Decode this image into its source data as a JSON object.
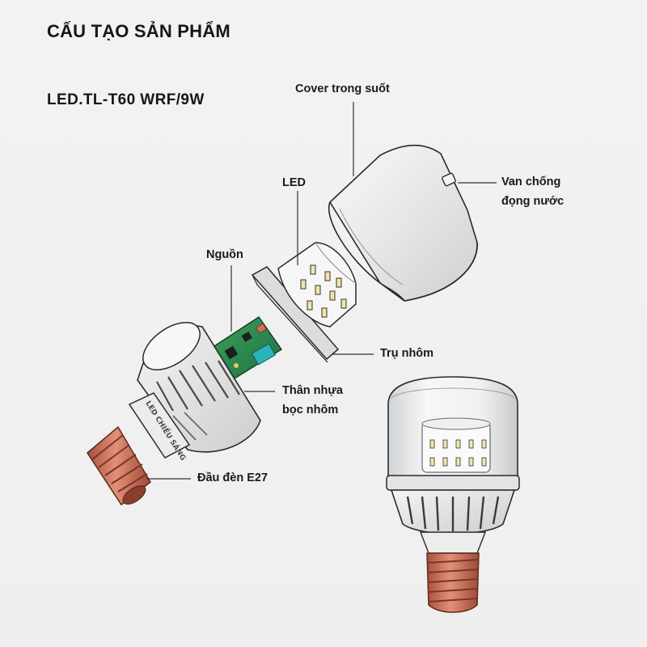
{
  "title": "CẤU TẠO SẢN PHẨM",
  "model": "LED.TL-T60 WRF/9W",
  "labels": {
    "cover": "Cover trong suốt",
    "led": "LED",
    "valve_line1": "Van chống",
    "valve_line2": "đọng nước",
    "driver": "Nguồn",
    "heatsink": "Trụ nhôm",
    "body_line1": "Thân nhựa",
    "body_line2": "bọc nhôm",
    "base": "Đầu đèn E27"
  },
  "embossed_text": "LED CHIẾU SÁNG",
  "colors": {
    "background": "#efefef",
    "text": "#161616",
    "pcb_green": "#2d8a4e",
    "capacitor_teal": "#2bb3b8",
    "copper": "#c9705a",
    "outline": "#2a2a2a"
  }
}
